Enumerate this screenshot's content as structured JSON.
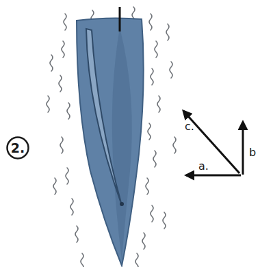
{
  "diagram": {
    "nodes": [
      {
        "text": [
          "2."
        ]
      }
    ],
    "labels": [
      "c.",
      "b",
      "a."
    ]
  }
}
